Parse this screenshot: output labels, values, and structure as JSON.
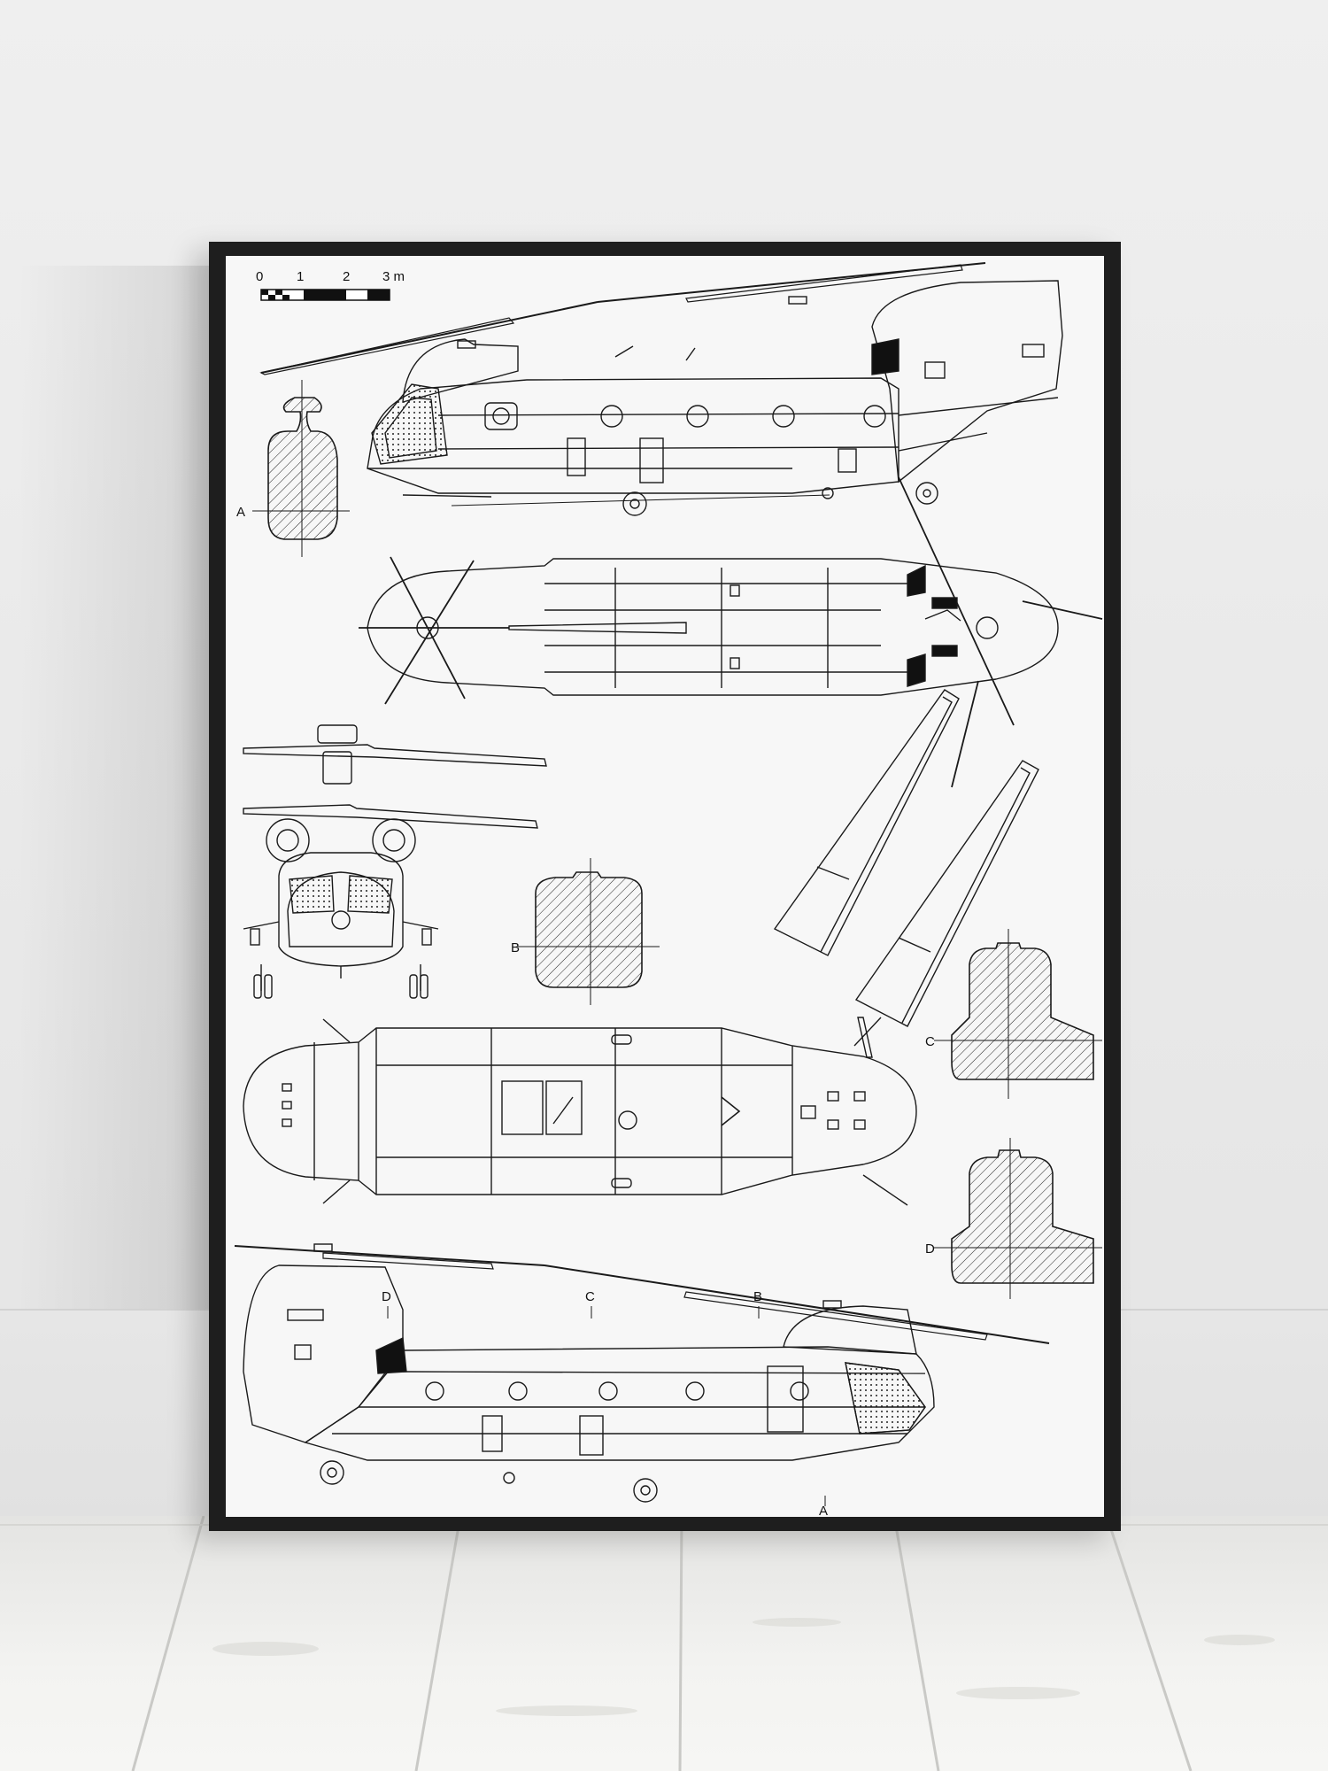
{
  "poster": {
    "subject": "Chinook helicopter technical line drawing",
    "scale_bar": {
      "labels": [
        "0",
        "1",
        "2",
        "3 m"
      ]
    },
    "section_markers": [
      "A",
      "B",
      "C",
      "D"
    ],
    "side_view_section_labels": [
      "D",
      "C",
      "B",
      "A"
    ]
  },
  "colors": {
    "frame": "#1e1e1e",
    "paper": "#f7f7f7",
    "line": "#1a1a1a",
    "wall": "#ebebeb",
    "floor": "#f0f0ee"
  }
}
